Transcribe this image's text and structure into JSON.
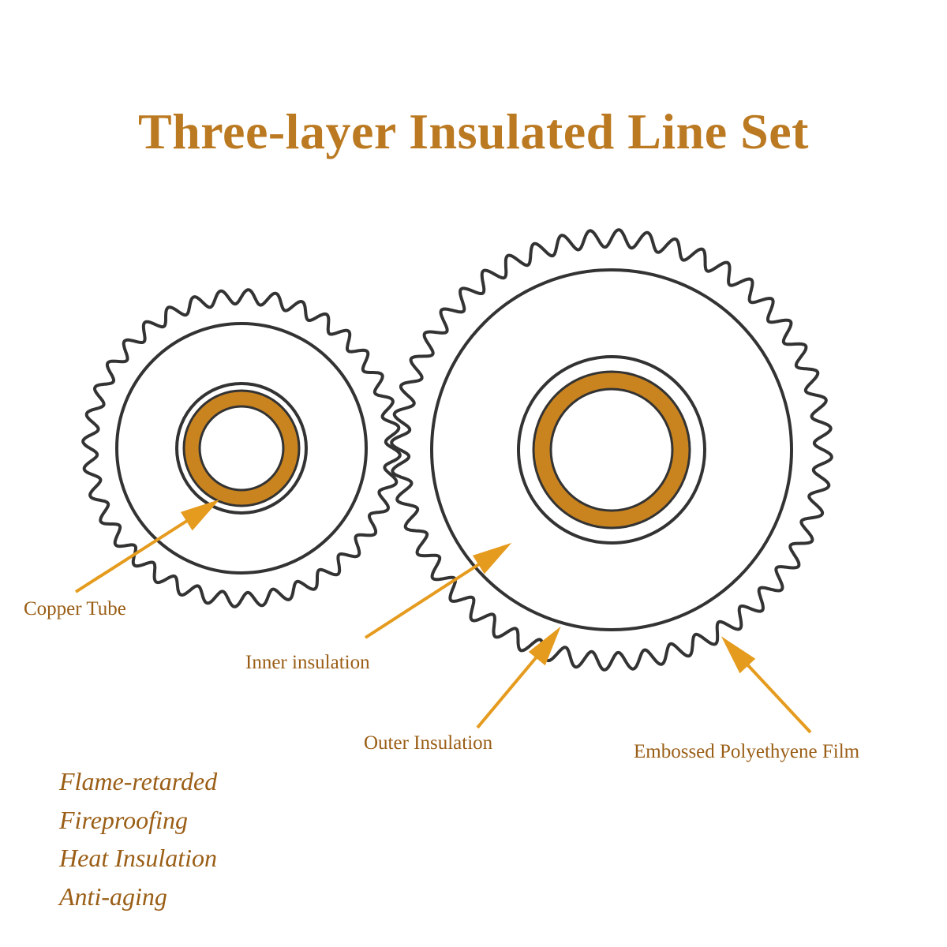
{
  "title": "Three-layer Insulated Line Set",
  "colors": {
    "copper": "#c98420",
    "outline": "#333333",
    "arrow": "#e59b1e",
    "title": "#bb7a22",
    "label": "#9a5e16"
  },
  "labels": {
    "copper_tube": "Copper Tube",
    "inner_insulation": "Inner insulation",
    "outer_insulation": "Outer Insulation",
    "embossed_film": "Embossed Polyethyene Film"
  },
  "features": [
    "Flame-retarded",
    "Fireproofing",
    "Heat Insulation",
    "Anti-aging"
  ]
}
